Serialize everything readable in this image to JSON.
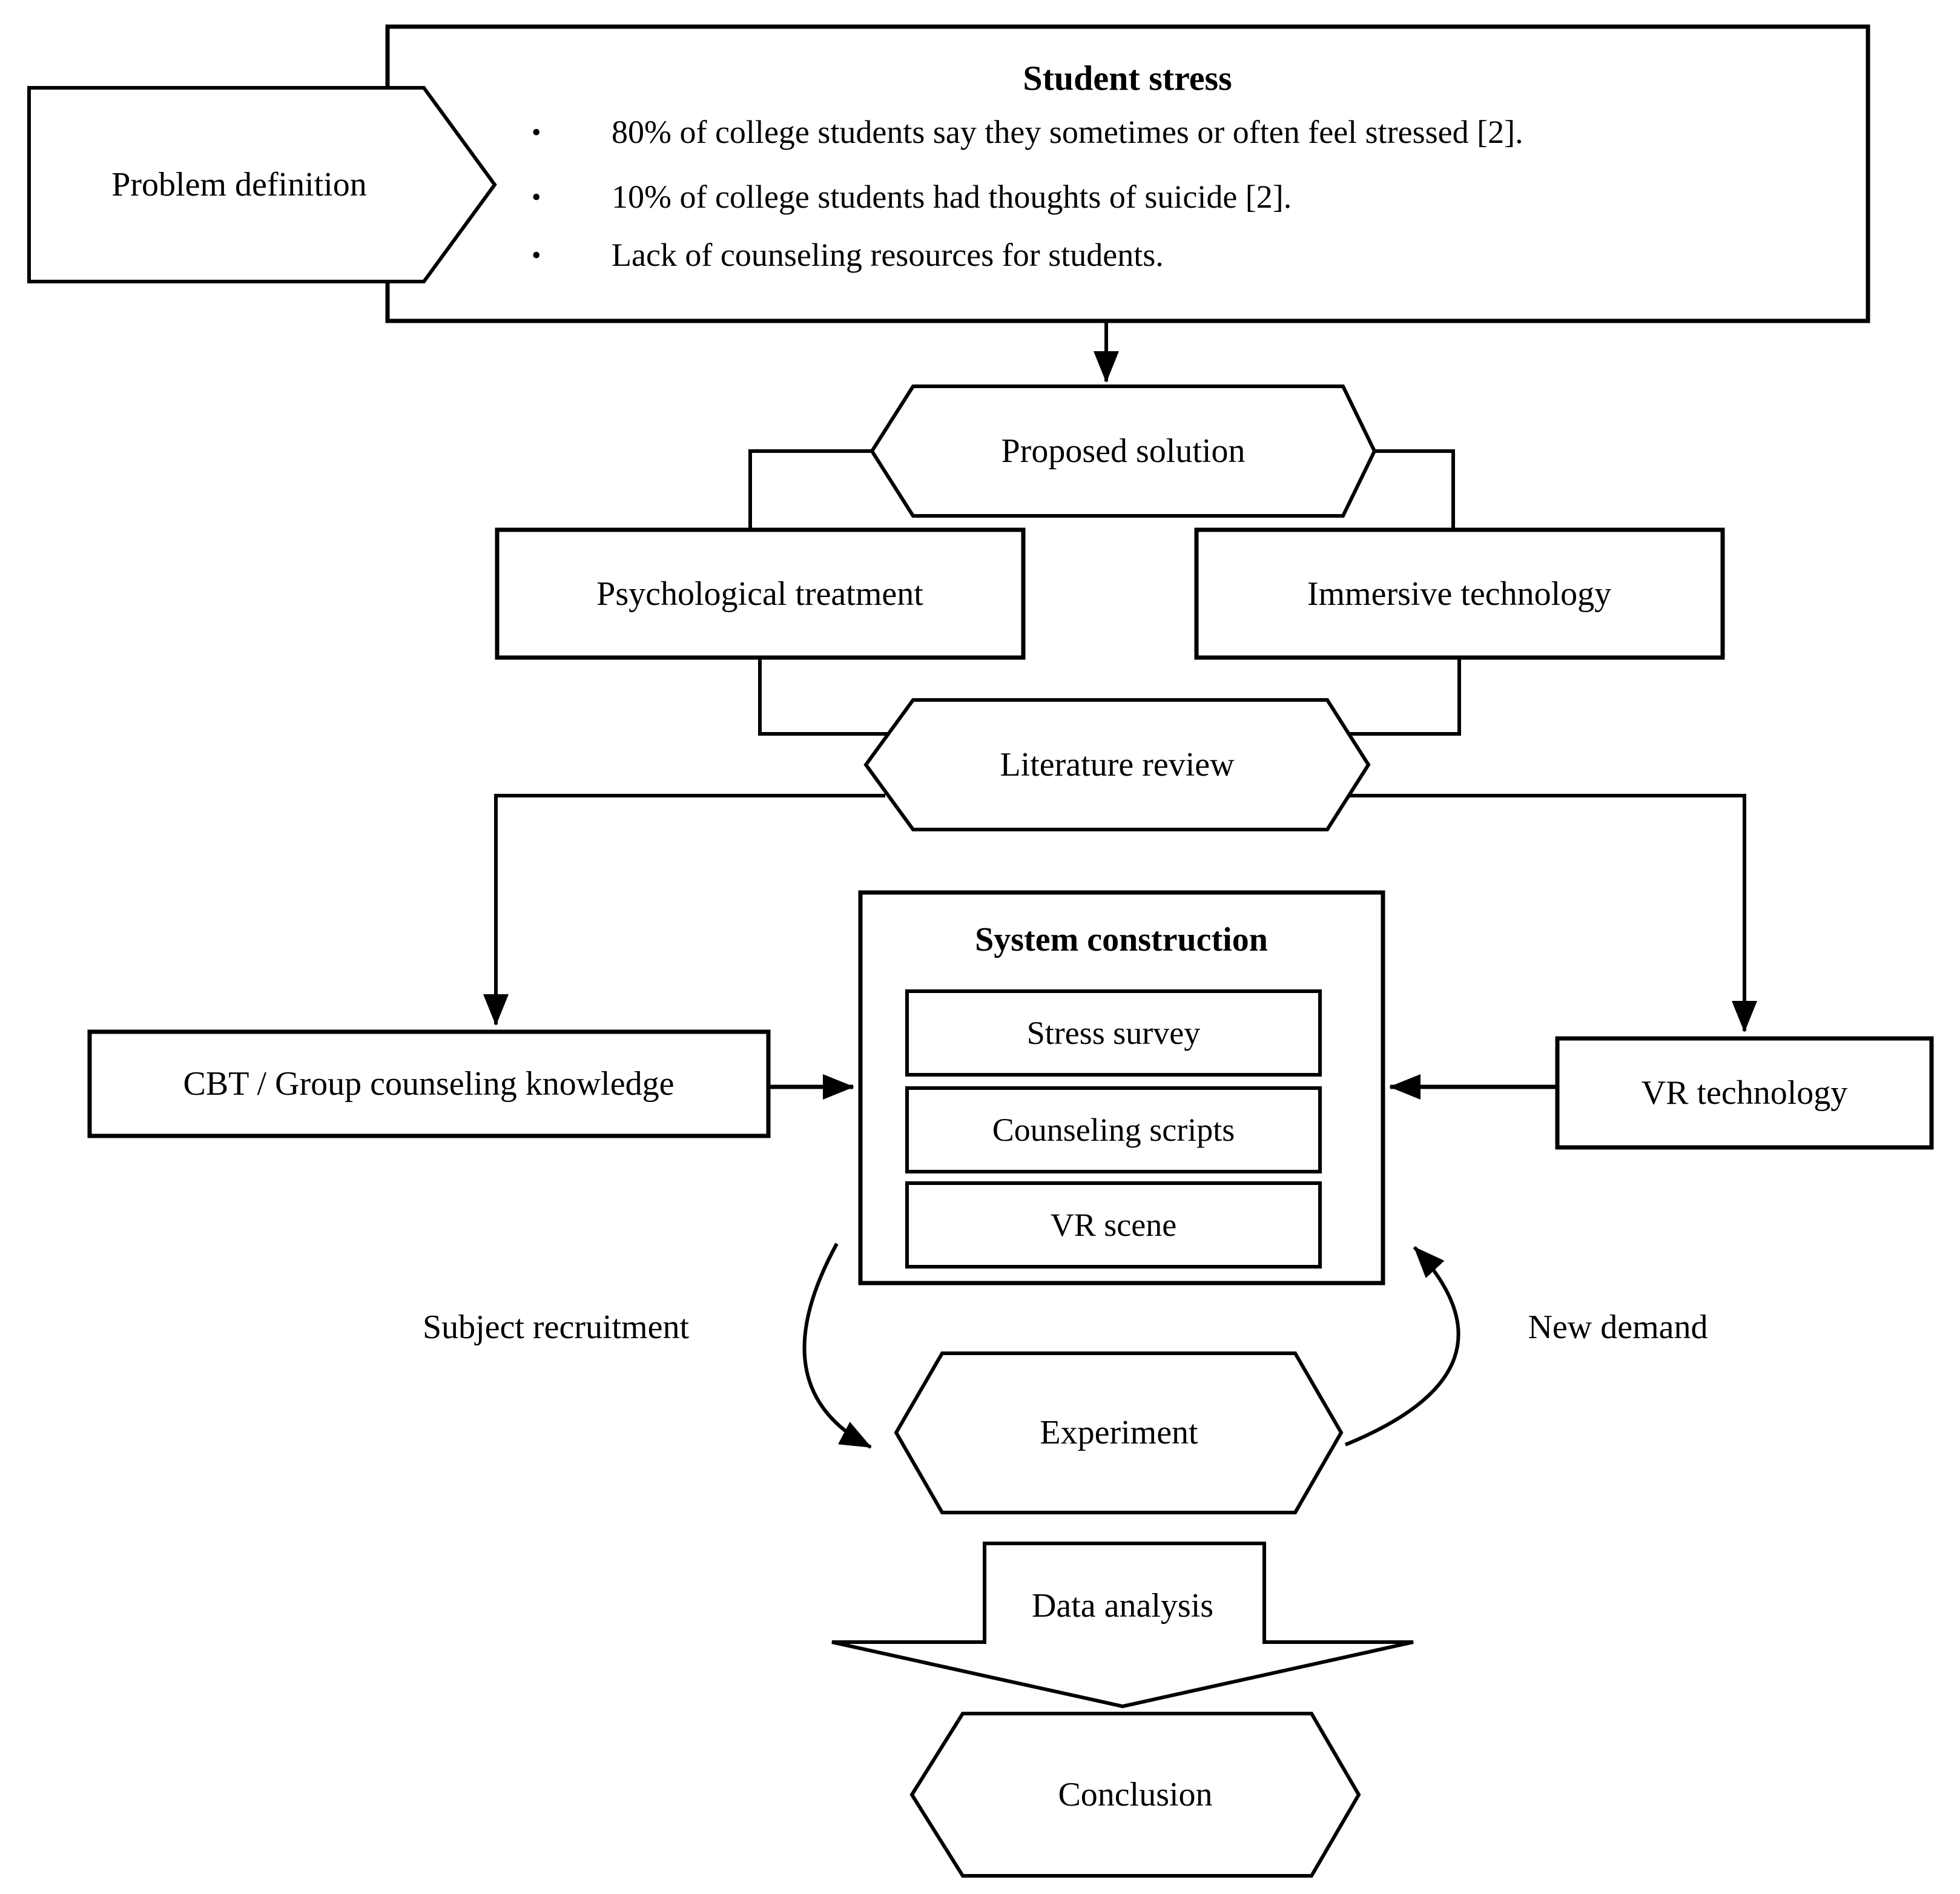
{
  "figure": {
    "problem": {
      "label": "Problem definition"
    },
    "stress_box": {
      "title": "Student stress",
      "bullet_char": "•",
      "bullets": [
        "80% of college students say they sometimes or often feel stressed [2].",
        "10% of college students had thoughts of suicide [2].",
        "Lack of counseling resources for students."
      ]
    },
    "proposed": {
      "label": "Proposed solution"
    },
    "psych": {
      "label": "Psychological treatment"
    },
    "immersive": {
      "label": "Immersive technology"
    },
    "literature": {
      "label": "Literature review"
    },
    "cbt": {
      "label": "CBT / Group counseling knowledge"
    },
    "system": {
      "title": "System construction",
      "items": [
        "Stress survey",
        "Counseling scripts",
        "VR scene"
      ]
    },
    "vr": {
      "label": "VR technology"
    },
    "annotations": {
      "subject_recruitment": "Subject recruitment",
      "new_demand": "New demand"
    },
    "experiment": {
      "label": "Experiment"
    },
    "data_analysis": {
      "label": "Data analysis"
    },
    "conclusion": {
      "label": "Conclusion"
    }
  },
  "colors": {
    "ink": "#000000",
    "paper": "#ffffff"
  }
}
